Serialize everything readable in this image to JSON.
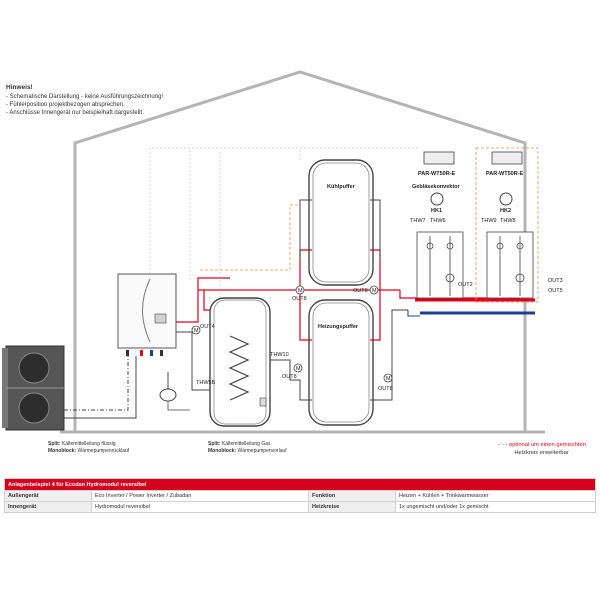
{
  "notes": {
    "heading": "Hinweis!",
    "lines": [
      "- Schematische Darstellung - keine Ausführungszeichnung!",
      "- Fühlerposition projektbezogen absprechen.",
      "- Anschlüsse Innengerät nur beispielhaft dargestellt."
    ]
  },
  "labels": {
    "kuehlpuffer": "Kühlpuffer",
    "heizungspuffer": "Heizungspuffer",
    "geblaesekonvektor": "Gebläsekonvektor",
    "par1": "PAR-WT50R-E",
    "par2": "PAR-WT50R-E",
    "hk1": "HK1",
    "hk2": "HK2",
    "thw7": "THW7",
    "thw6": "THW6",
    "thw9": "THW9",
    "thw8": "THW8",
    "thw10": "THW10",
    "thw5b": "THW5B",
    "out4": "OUT4",
    "out8a": "OUT8",
    "out8b": "OUT8",
    "out8c": "OUT8",
    "out8d": "OUT8",
    "out2": "OUT2",
    "out3": "OUT3",
    "out5": "OUT5",
    "m": "M"
  },
  "legend": {
    "left_split_key": "Split:",
    "left_split_text": "Kältemittelleitung flüssig",
    "left_mono_key": "Monoblock:",
    "left_mono_text": "Wärmepumpenrücklauf",
    "right_split_key": "Split:",
    "right_split_text": "Kältemittelleitung Gas",
    "right_mono_key": "Monoblock:",
    "right_mono_text": "Wärmepumpenvorlauf",
    "optional_line1": "- - - optional um einen gemischten",
    "optional_line2": "Heizkreis erweiterbar"
  },
  "table": {
    "title": "Anlagenbeispiel 4 für Ecodan Hydromodul reversibel",
    "rows": [
      {
        "k1": "Außengerät",
        "v1": "Eco Inverter / Power Inverter / Zubadan",
        "k2": "Funktion",
        "v2": "Heizen + Kühlen + Trinkwarmwasser"
      },
      {
        "k1": "Innengerät",
        "v1": "Hydromodul reversibel",
        "k2": "Heizkreise",
        "v2": "1x ungemischt und/oder 1x gemischt"
      }
    ]
  },
  "colors": {
    "red": "#e2001a",
    "blue": "#1e3c96",
    "orange_dash": "#f08c50",
    "house": "#b4b4b4"
  }
}
